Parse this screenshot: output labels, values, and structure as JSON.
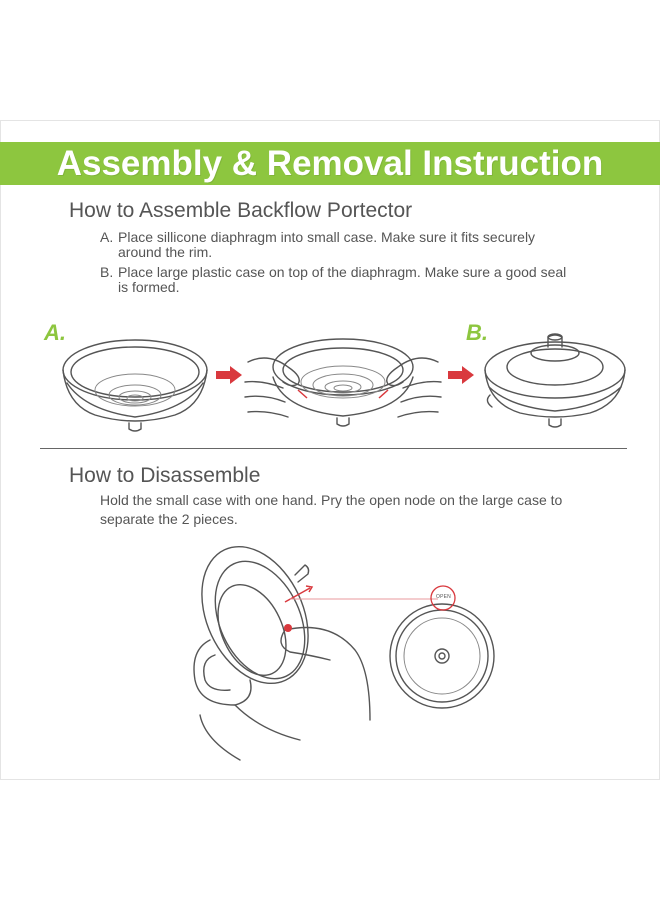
{
  "banner": {
    "title": "Assembly & Removal Instruction"
  },
  "assemble": {
    "heading": "How to Assemble Backflow Portector",
    "steps": [
      {
        "label": "A.",
        "text": "Place sillicone diaphragm into small case. Make sure it fits securely around the rim."
      },
      {
        "label": "B.",
        "text": "Place large plastic case on top of the diaphragm. Make sure a good seal is formed."
      }
    ],
    "figure_labels": {
      "a": "A.",
      "b": "B."
    }
  },
  "disassemble": {
    "heading": "How to Disassemble",
    "text": "Hold the small case with one hand. Pry the open node on the large case to separate the 2 pieces.",
    "open_mark": "OPEN"
  },
  "colors": {
    "accent_green": "#8dc63f",
    "arrow_red": "#d9393e",
    "line_gray": "#555555"
  }
}
